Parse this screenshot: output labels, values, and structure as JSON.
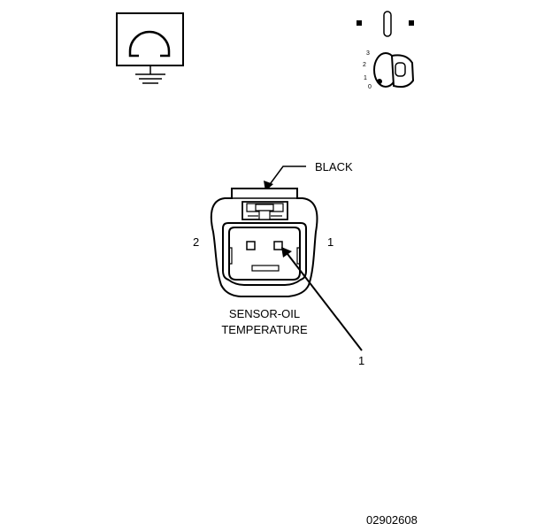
{
  "icons": {
    "ohmmeter": "ohmmeter-ground-icon",
    "ignition": "ignition-key-switch-icon"
  },
  "ignition_switch": {
    "positions": [
      "3",
      "2",
      "1",
      "0"
    ],
    "off_symbol": "▪",
    "on_symbol": "▪"
  },
  "connector": {
    "color_label": "BLACK",
    "pin_left": "2",
    "pin_right": "1",
    "name_line1": "SENSOR-OIL",
    "name_line2": "TEMPERATURE",
    "callout": "1"
  },
  "figure_id": "02902608"
}
